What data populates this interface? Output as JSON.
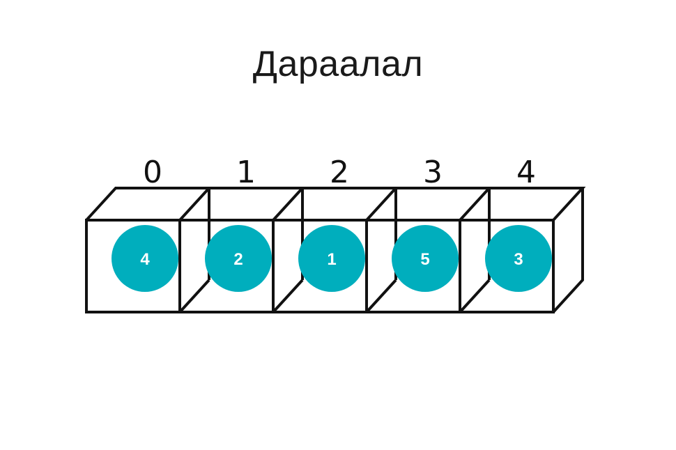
{
  "title": "Дараалал",
  "array": {
    "indices": [
      "0",
      "1",
      "2",
      "3",
      "4"
    ],
    "values": [
      "4",
      "2",
      "1",
      "5",
      "3"
    ]
  },
  "colors": {
    "ball": "#00AEBD",
    "box_stroke": "#111111",
    "title": "#1a1a1a"
  }
}
